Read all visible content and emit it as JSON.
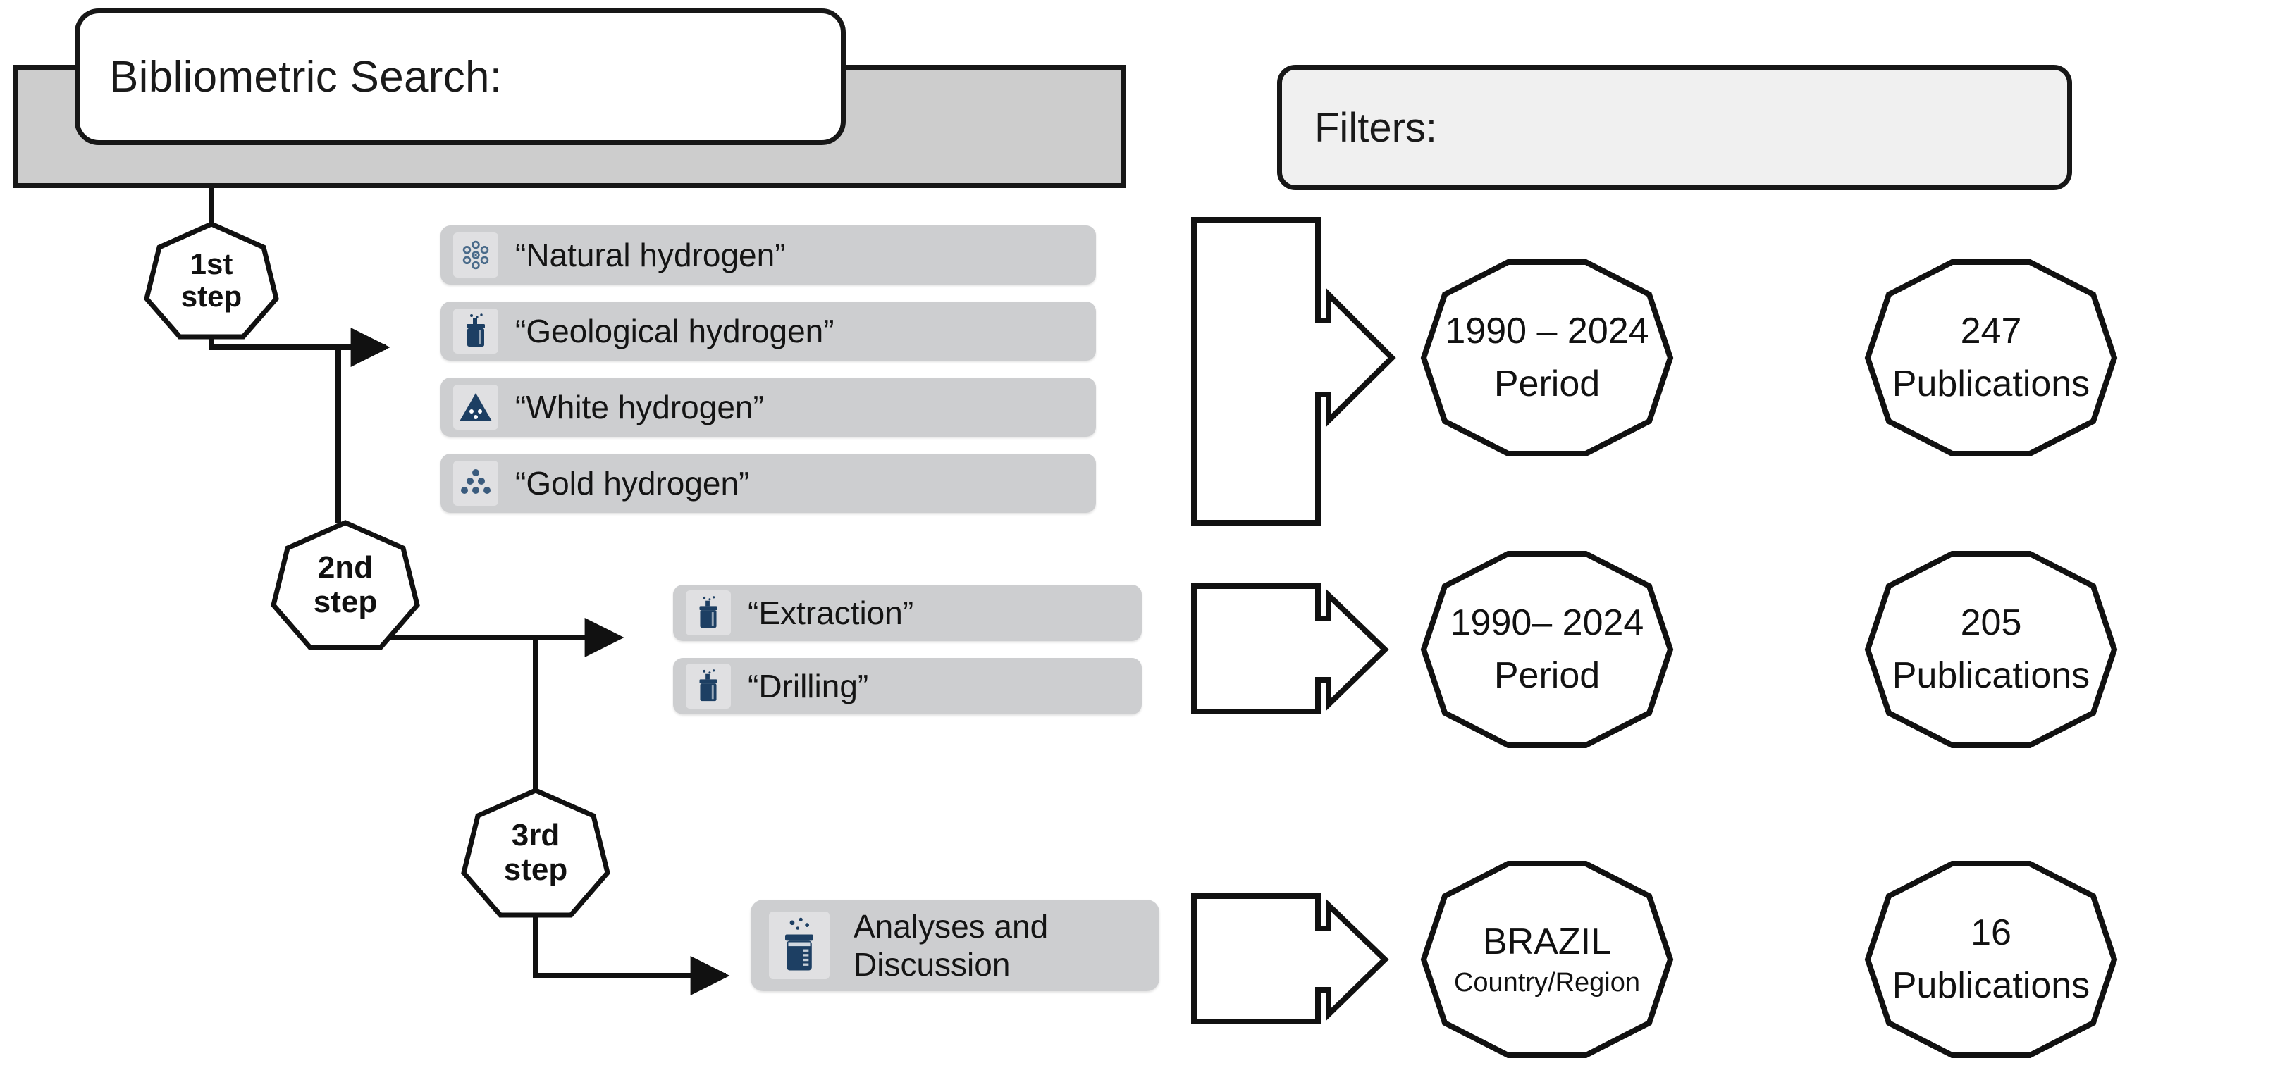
{
  "header": {
    "title": "Bibliometric Search:",
    "filters_title": "Filters:"
  },
  "steps": [
    {
      "id": "step1",
      "line1": "1st",
      "line2": "step"
    },
    {
      "id": "step2",
      "line1": "2nd",
      "line2": "step"
    },
    {
      "id": "step3",
      "line1": "3rd",
      "line2": "step"
    }
  ],
  "keywords": [
    {
      "icon": "atom-icon",
      "label": "“Natural hydrogen”"
    },
    {
      "icon": "gas-cylinder-icon",
      "label": "“Geological hydrogen”"
    },
    {
      "icon": "hazard-triangle-icon",
      "label": "“White hydrogen”"
    },
    {
      "icon": "molecule-stack-icon",
      "label": "“Gold hydrogen”"
    }
  ],
  "terms": [
    {
      "icon": "gas-cylinder-icon",
      "label": "“Extraction”"
    },
    {
      "icon": "gas-cylinder-icon",
      "label": "“Drilling”"
    }
  ],
  "analyses": {
    "icon": "beaker-icon",
    "label": "Analyses and Discussion"
  },
  "results": [
    {
      "row": 1,
      "filter": {
        "primary": "1990 – 2024",
        "secondary": "Period"
      },
      "count": {
        "primary": "247",
        "secondary": "Publications"
      }
    },
    {
      "row": 2,
      "filter": {
        "primary": "1990– 2024",
        "secondary": "Period"
      },
      "count": {
        "primary": "205",
        "secondary": "Publications"
      }
    },
    {
      "row": 3,
      "filter": {
        "primary": "BRAZIL",
        "secondary": "Country/Region"
      },
      "count": {
        "primary": "16",
        "secondary": "Publications"
      }
    }
  ],
  "colors": {
    "banner_fill": "#cdcdcd",
    "pill_fill": "#cdced0",
    "filters_fill": "#f0f0f0",
    "stroke": "#171717",
    "icon_blue": "#1d3f63",
    "icon_blue_light": "#4a6b8a"
  }
}
